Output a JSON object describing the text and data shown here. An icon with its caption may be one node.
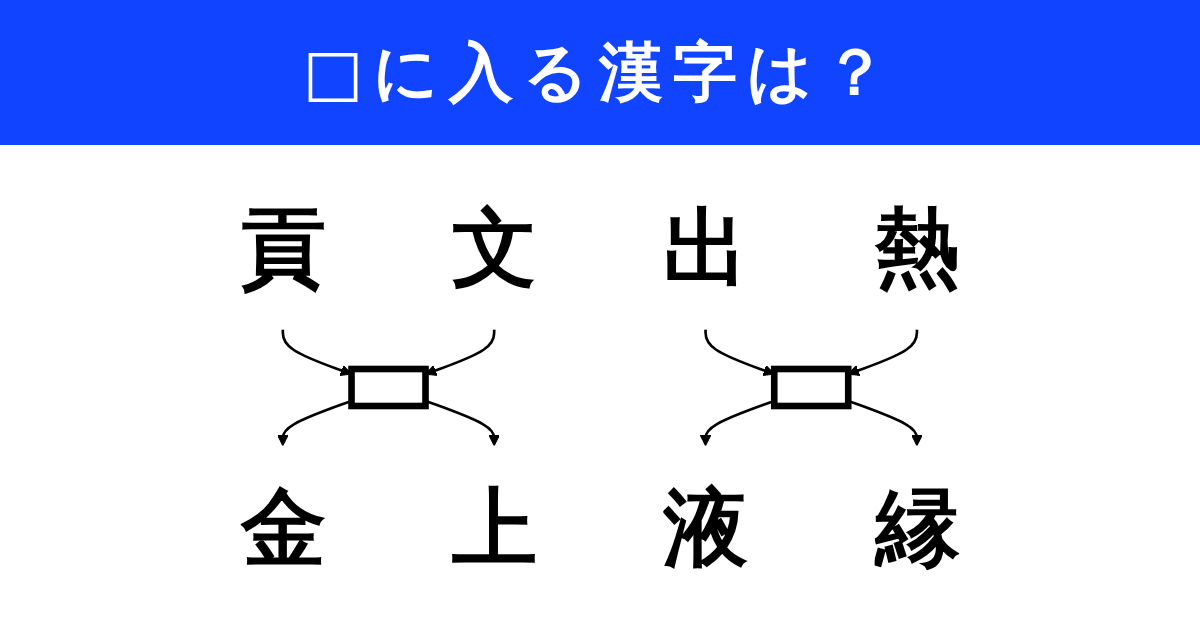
{
  "diagram": {
    "title": "□に入る漢字は？",
    "nodes": [
      {
        "text": [
          "貢"
        ]
      },
      {
        "text": [
          "文"
        ]
      },
      {
        "text": [],
        "shape": "box"
      },
      {
        "text": [
          "金"
        ]
      },
      {
        "text": [
          "上"
        ]
      },
      {
        "text": [
          "出"
        ]
      },
      {
        "text": [
          "熱"
        ]
      },
      {
        "text": [],
        "shape": "box"
      },
      {
        "text": [
          "液"
        ]
      },
      {
        "text": [
          "縁"
        ]
      }
    ],
    "edges": [
      {
        "from": 0,
        "to": 2,
        "arrow": "to"
      },
      {
        "from": 1,
        "to": 2,
        "arrow": "to"
      },
      {
        "from": 2,
        "to": 3,
        "arrow": "to"
      },
      {
        "from": 2,
        "to": 4,
        "arrow": "to"
      },
      {
        "from": 5,
        "to": 7,
        "arrow": "to"
      },
      {
        "from": 6,
        "to": 7,
        "arrow": "to"
      },
      {
        "from": 7,
        "to": 8,
        "arrow": "to"
      },
      {
        "from": 7,
        "to": 9,
        "arrow": "to"
      }
    ]
  }
}
